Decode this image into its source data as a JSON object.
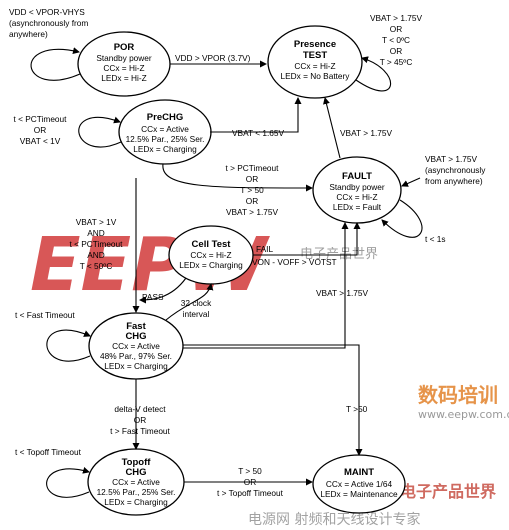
{
  "watermark": {
    "main": "EEPW",
    "sub": "电子产品世界",
    "right_main": "数码培训",
    "right_sub": "www.eepw.com.cn",
    "bottom_main": "电源网 射频和天线设计专家",
    "bottom_badge": "电子产品世界"
  },
  "states": {
    "por": {
      "title": "POR",
      "lines": [
        "Standby power",
        "CCx = Hi-Z",
        "LEDx = Hi-Z"
      ]
    },
    "presence": {
      "title1": "Presence",
      "title2": "TEST",
      "lines": [
        "CCx = Hi-Z",
        "LEDx = No Battery"
      ]
    },
    "prechg": {
      "title": "PreCHG",
      "lines": [
        "CCx = Active",
        "12.5% Par., 25% Ser.",
        "LEDx = Charging"
      ]
    },
    "fault": {
      "title": "FAULT",
      "lines": [
        "Standby power",
        "CCx = Hi-Z",
        "LEDx = Fault"
      ]
    },
    "celltest": {
      "title": "Cell Test",
      "lines": [
        "CCx = Hi-Z",
        "LEDx = Charging"
      ]
    },
    "fastchg": {
      "title1": "Fast",
      "title2": "CHG",
      "lines": [
        "CCx = Active",
        "48% Par., 97% Ser.",
        "LEDx = Charging"
      ]
    },
    "topoffchg": {
      "title1": "Topoff",
      "title2": "CHG",
      "lines": [
        "CCx = Active",
        "12.5% Par., 25% Ser.",
        "LEDx = Charging"
      ]
    },
    "maint": {
      "title": "MAINT",
      "lines": [
        "CCx = Active 1/64",
        "LEDx = Maintenance"
      ]
    }
  },
  "transitions": {
    "por_entry": [
      "VDD < VPOR-VHYS",
      "(asynchronously from",
      "anywhere)"
    ],
    "por_to_presence": "VDD > VPOR (3.7V)",
    "presence_self": [
      "VBAT > 1.75V",
      "OR",
      "T < 0ºC",
      "OR",
      "T > 45ºC"
    ],
    "prechg_self": [
      "t < PCTimeout",
      "OR",
      "VBAT < 1V"
    ],
    "prechg_to_presence": "VBAT < 1.65V",
    "fault_to_presence": "VBAT > 1.75V",
    "fault_entry": [
      "VBAT > 1.75V",
      "(asynchronously",
      "from anywhere)"
    ],
    "prechg_to_fault": [
      "t > PCTimeout",
      "OR",
      "T > 50",
      "OR",
      "VBAT > 1.75V"
    ],
    "fault_self": "t < 1s",
    "prechg_to_fast": [
      "VBAT > 1V",
      "AND",
      "t < PCTimeout",
      "AND",
      "T < 50ºC"
    ],
    "cell_fail": "FAIL",
    "cell_fail_cond": "VON - VOFF > VOTST",
    "fast_to_fault": "VBAT > 1.75V",
    "cell_pass": "PASS",
    "fast_to_cell": [
      "32 clock",
      "interval"
    ],
    "fast_self": "t < Fast Timeout",
    "fast_to_topoff": [
      "delta-V detect",
      "OR",
      "t > Fast Timeout"
    ],
    "fast_to_maint": "T >50",
    "topoff_self": "t < Topoff Timeout",
    "topoff_to_maint": [
      "T > 50",
      "OR",
      "t > Topoff Timeout"
    ]
  }
}
